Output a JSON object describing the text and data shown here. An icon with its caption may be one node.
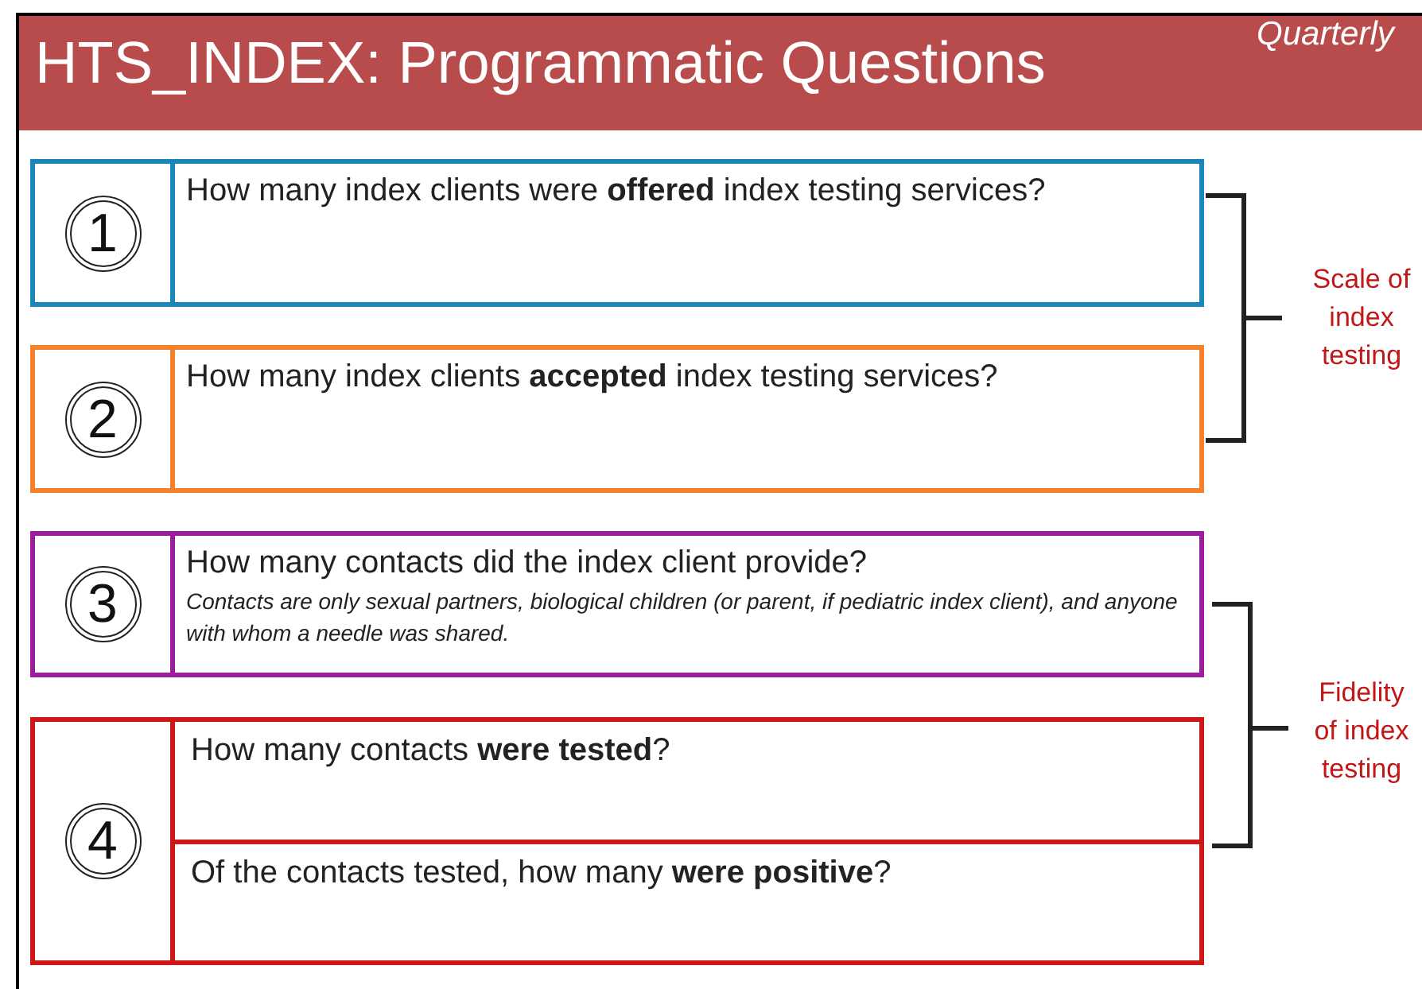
{
  "diagram": {
    "title": "HTS_INDEX: Programmatic Questions",
    "nodes": [
      {
        "text": [
          "1",
          "How many index clients were **offered** index testing services?"
        ]
      },
      {
        "text": [
          "2",
          "How many index clients **accepted** index testing services?"
        ]
      },
      {
        "text": [
          "3",
          "How many contacts did the index client provide?",
          "Contacts are only sexual partners, biological children (or parent, if pediatric index client), and anyone with whom a needle was shared."
        ]
      },
      {
        "text": [
          "4"
        ]
      },
      {
        "text": [
          "How many contacts **were tested**?"
        ],
        "in": 3
      },
      {
        "text": [
          "Of the contacts tested, how many **were positive**?"
        ],
        "in": 3
      }
    ],
    "labels": [
      "Quarterly",
      "Scale of index testing",
      "Fidelity of index testing"
    ]
  }
}
